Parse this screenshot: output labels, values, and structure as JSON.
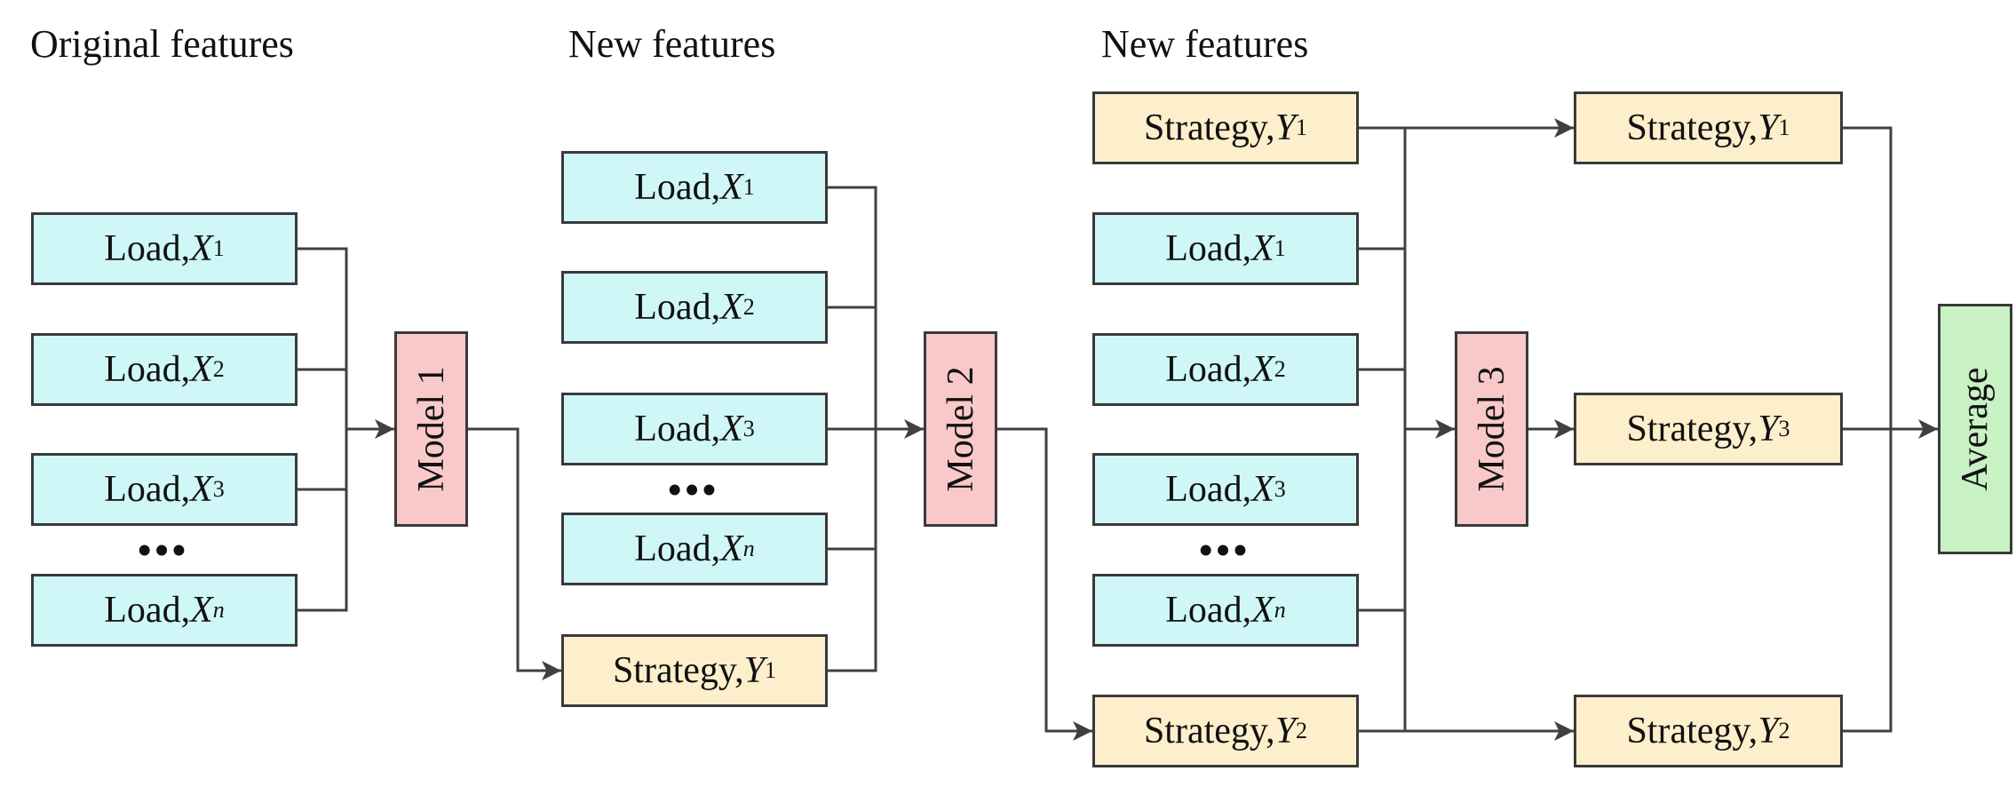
{
  "headings": {
    "col1": "Original features",
    "col2": "New features",
    "col3": "New features"
  },
  "load_prefix": "Load, ",
  "strategy_prefix": "Strategy, ",
  "var_x": "X",
  "var_y": "Y",
  "subs": {
    "one": "1",
    "two": "2",
    "three": "3",
    "n": "n"
  },
  "models": {
    "m1": "Model 1",
    "m2": "Model 2",
    "m3": "Model 3"
  },
  "average": "Average",
  "ellipsis": "•••",
  "colors": {
    "load_fill": "#cff7f7",
    "strategy_fill": "#fdefcc",
    "model_fill": "#f9c9c9",
    "average_fill": "#c9f2c4",
    "line": "#404040"
  }
}
